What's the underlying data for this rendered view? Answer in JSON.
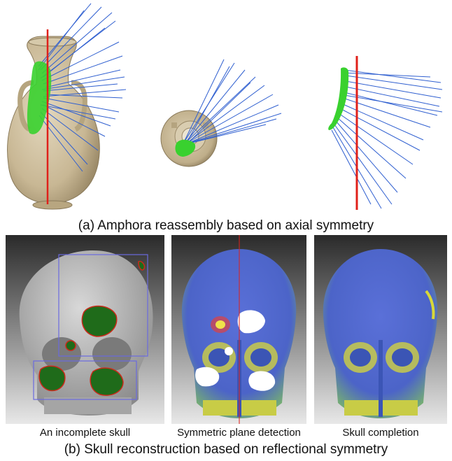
{
  "captions": {
    "a": "(a) Amphora reassembly based on axial symmetry",
    "b": "(b) Skull reconstruction based on reflectional symmetry"
  },
  "skull_panels": [
    {
      "label": "An incomplete skull"
    },
    {
      "label": "Symmetric plane detection"
    },
    {
      "label": "Skull completion"
    }
  ],
  "colors": {
    "axis_red": "#e0201a",
    "ray_blue": "#2f5fd0",
    "fragment_green": "#39d12f",
    "amphora_tan": "#cdbf9f",
    "hole_green": "#1f6b1a",
    "hole_outline": "#cc2a1a",
    "skull_grey": "#b9b9b9",
    "bbox_blue": "#6a6adf",
    "heat_blue": "#4c64c8",
    "heat_yellow": "#d8d838"
  },
  "icons": [
    "amphora-side",
    "amphora-top",
    "fragment-profile",
    "skull-incomplete",
    "skull-heatmap",
    "skull-completed"
  ]
}
